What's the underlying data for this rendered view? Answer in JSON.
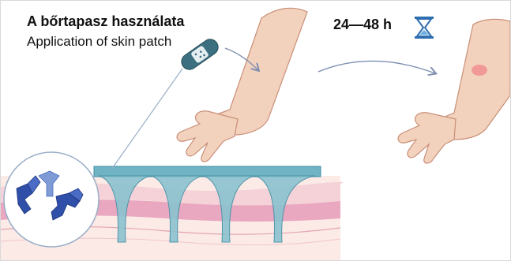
{
  "labels": {
    "title_hu": "A bőrtapasz használata",
    "title_en": "Application of skin patch",
    "duration": "24—48 h"
  },
  "icons": [
    "hourglass-icon",
    "skin-patch-icon",
    "antibody-icon"
  ],
  "colors": {
    "microneedle": "#6fb3c4",
    "microneedle_dark": "#3f8fa5",
    "skin_arm": "#f3d2bd",
    "skin_outline": "#c98f78",
    "dermis_layer": "#e9a7c0",
    "epidermis_layer": "#f4d2d8",
    "reaction_spot": "#ef8f8f",
    "antibody_blue": "#2f4fa8",
    "arrow": "#7d8fb0"
  }
}
